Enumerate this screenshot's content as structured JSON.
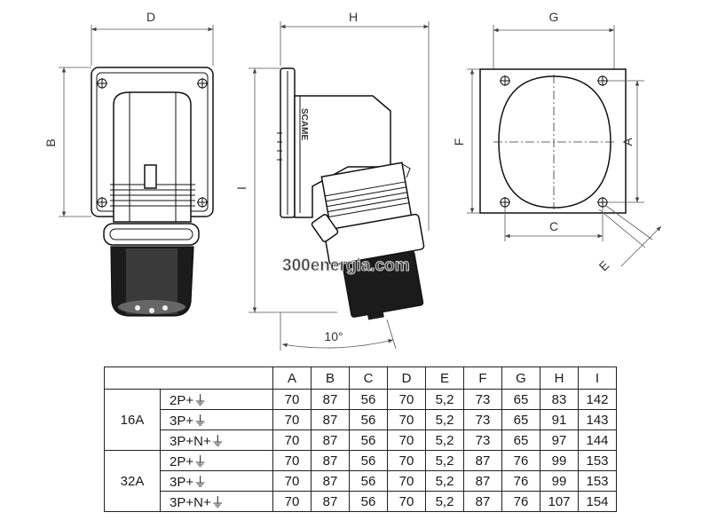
{
  "drawing": {
    "dimension_labels": {
      "D": "D",
      "H": "H",
      "G": "G",
      "B": "B",
      "I": "I",
      "F": "F",
      "A": "A",
      "C": "C",
      "E": "E"
    },
    "angle_label": "10°",
    "brand_mark": "SCAME",
    "watermark": "300energia.com"
  },
  "table": {
    "columns": [
      "A",
      "B",
      "C",
      "D",
      "E",
      "F",
      "G",
      "H",
      "I"
    ],
    "groups": [
      {
        "rating": "16A",
        "rows": [
          {
            "config": "2P+⏚",
            "values": [
              "70",
              "87",
              "56",
              "70",
              "5,2",
              "73",
              "65",
              "83",
              "142"
            ]
          },
          {
            "config": "3P+⏚",
            "values": [
              "70",
              "87",
              "56",
              "70",
              "5,2",
              "73",
              "65",
              "91",
              "143"
            ]
          },
          {
            "config": "3P+N+⏚",
            "values": [
              "70",
              "87",
              "56",
              "70",
              "5,2",
              "73",
              "65",
              "97",
              "144"
            ]
          }
        ]
      },
      {
        "rating": "32A",
        "rows": [
          {
            "config": "2P+⏚",
            "values": [
              "70",
              "87",
              "56",
              "70",
              "5,2",
              "87",
              "76",
              "99",
              "153"
            ]
          },
          {
            "config": "3P+⏚",
            "values": [
              "70",
              "87",
              "56",
              "70",
              "5,2",
              "87",
              "76",
              "99",
              "153"
            ]
          },
          {
            "config": "3P+N+⏚",
            "values": [
              "70",
              "87",
              "56",
              "70",
              "5,2",
              "87",
              "76",
              "107",
              "154"
            ]
          }
        ]
      }
    ]
  }
}
